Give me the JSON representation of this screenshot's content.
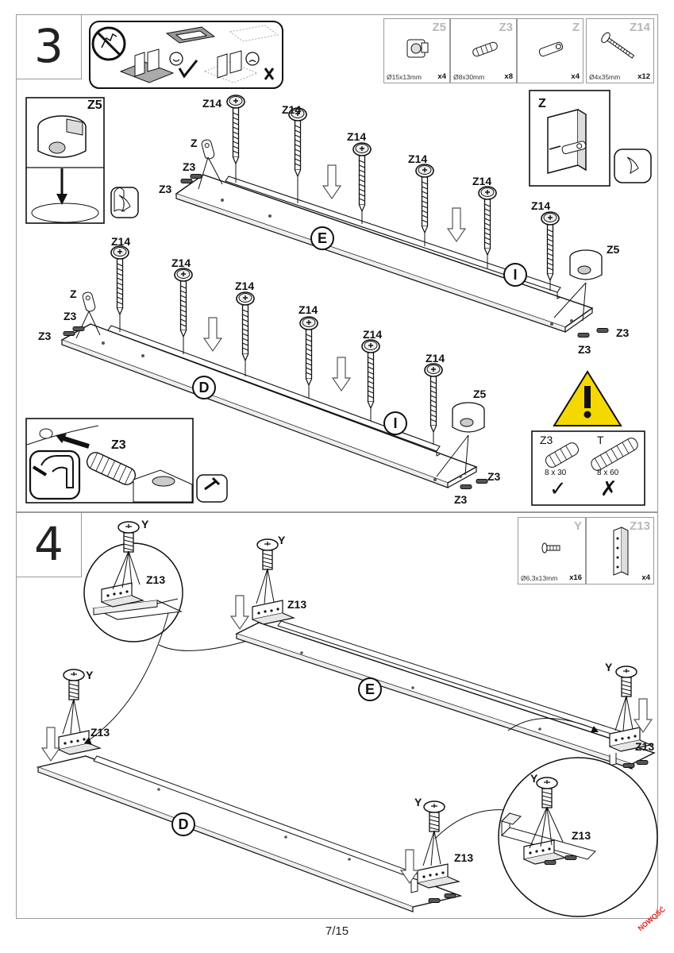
{
  "page": {
    "number": "7/15",
    "brand": "NOWOŚĆ"
  },
  "step3": {
    "number": "3",
    "parts": [
      {
        "code": "Z5",
        "dim": "Ø15x13mm",
        "qty": "x4",
        "icon": "cam-lock-icon"
      },
      {
        "code": "Z3",
        "dim": "Ø8x30mm",
        "qty": "x8",
        "icon": "dowel-icon"
      },
      {
        "code": "Z",
        "dim": "",
        "qty": "x4",
        "icon": "cam-bolt-icon"
      },
      {
        "code": "Z14",
        "dim": "Ø4x35mm",
        "qty": "x12",
        "icon": "screw-icon"
      }
    ],
    "labels": {
      "z5": "Z5",
      "z": "Z",
      "z3": "Z3",
      "z14": "Z14",
      "panel_e": "E",
      "panel_d": "D",
      "panel_i": "I"
    },
    "warning": {
      "left_code": "Z3",
      "right_code": "T",
      "left_size": "8 x 30",
      "right_size": "8 x 60",
      "left_mark": "✓",
      "right_mark": "✗"
    }
  },
  "step4": {
    "number": "4",
    "parts": [
      {
        "code": "Y",
        "dim": "Ø6,3x13mm",
        "qty": "x16",
        "icon": "bolt-icon"
      },
      {
        "code": "Z13",
        "dim": "",
        "qty": "x4",
        "icon": "angle-bracket-icon"
      }
    ],
    "labels": {
      "y": "Y",
      "z13": "Z13",
      "panel_e": "E",
      "panel_d": "D"
    }
  }
}
